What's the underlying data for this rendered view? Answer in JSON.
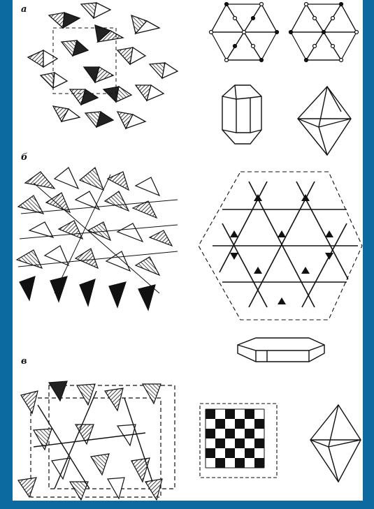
{
  "figure": {
    "panels": [
      {
        "id": "a",
        "label": "а"
      },
      {
        "id": "b",
        "label": "б"
      },
      {
        "id": "v",
        "label": "в"
      }
    ]
  },
  "colors": {
    "frame": "#0d6aa0",
    "sheet": "#ffffff",
    "ink": "#111111"
  }
}
